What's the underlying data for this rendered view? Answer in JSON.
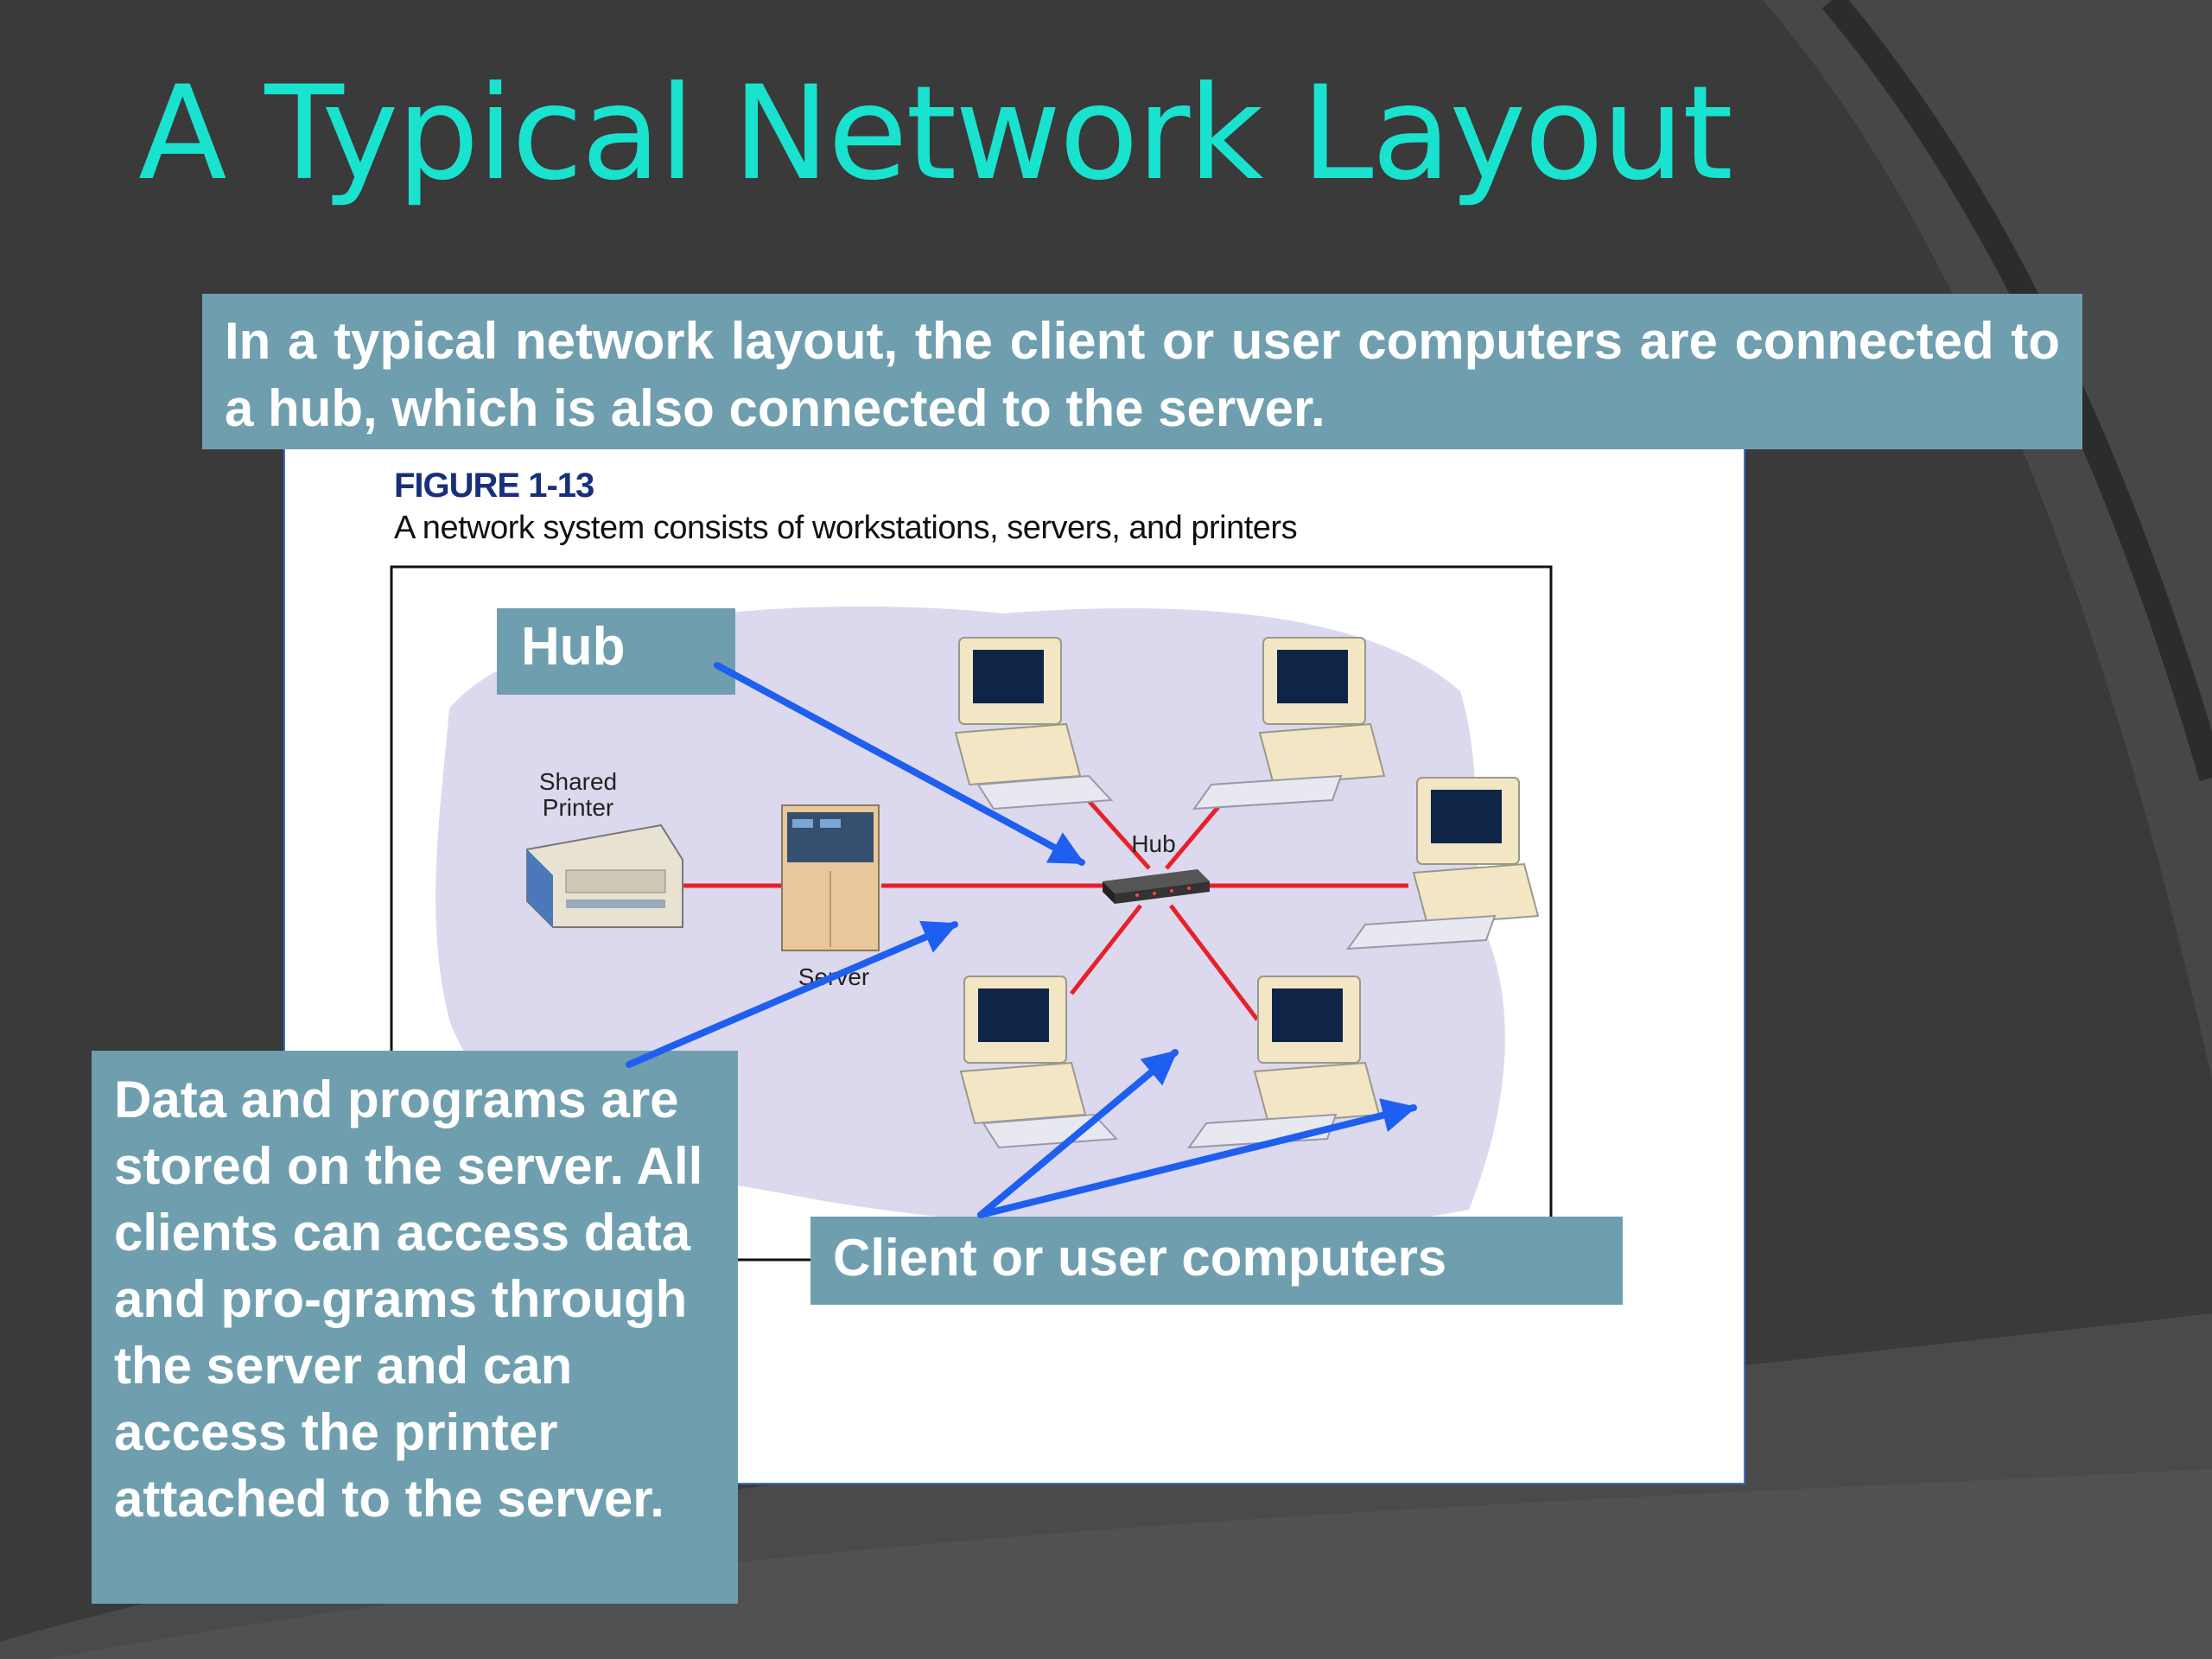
{
  "slide": {
    "title": "A Typical Network Layout",
    "intro_text": "In a typical network layout, the client or user computers are connected to a hub, which is also connected to the server."
  },
  "figure": {
    "number": "FIGURE 1-13",
    "caption": "A network system consists of workstations, servers, and printers",
    "printer_label": "Shared Printer",
    "server_label": "Server",
    "hub_label": "Hub"
  },
  "callouts": {
    "hub": "Hub",
    "data": "Data and programs are  stored on the server. All clients can access data and pro-grams through the server and can access the printer attached to the server.",
    "clients": "Client or user computers"
  },
  "colors": {
    "title": "#19e3cf",
    "callout_bg": "#6f9fae",
    "arrow": "#1f5ff0",
    "link": "#e8202a",
    "cloud": "#dcd8ee"
  }
}
